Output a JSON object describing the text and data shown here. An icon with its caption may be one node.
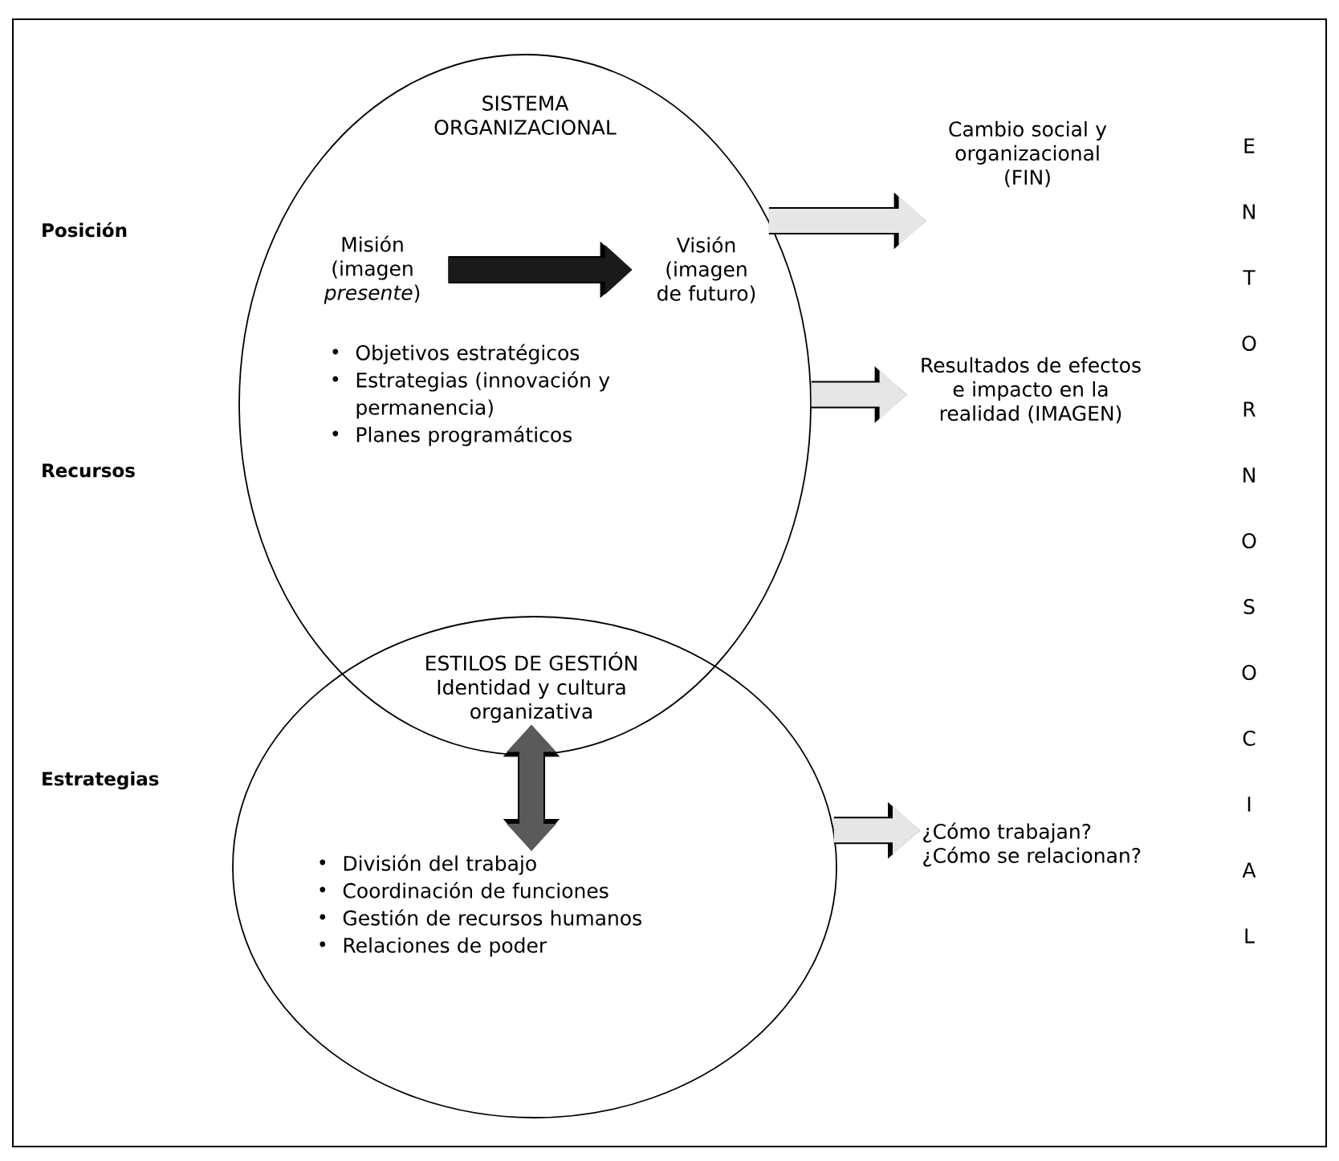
{
  "diagram": {
    "nodes": [
      {
        "text": [
          "SISTEMA ORGANIZACIONAL"
        ]
      },
      {
        "text": [
          "Misión (imagen *presente*)"
        ],
        "in": 0
      },
      {
        "text": [
          "Visión (imagen de futuro)"
        ],
        "in": 0
      },
      {
        "text": [
          "Objetivos estratégicos",
          "Estrategias (innovación y permanencia)",
          "Planes programáticos"
        ],
        "in": 0
      },
      {
        "text": [],
        "shape": "ellipse"
      },
      {
        "text": [
          "ESTILOS DE GESTIÓN",
          "Identidad y cultura organizativa"
        ]
      },
      {
        "text": [
          "División del trabajo",
          "Coordinación de funciones",
          "Gestión de recursos humanos",
          "Relaciones de poder"
        ],
        "in": 4
      },
      {
        "text": [
          "Cambio social y organizacional (FIN)"
        ]
      },
      {
        "text": [
          "Resultados de efectos e impacto en la realidad (IMAGEN)"
        ]
      },
      {
        "text": [
          "¿Cómo trabajan?",
          "¿Cómo se relacionan?"
        ]
      }
    ],
    "edges": [
      {
        "from": 1,
        "to": 2,
        "arrow": "to",
        "color": "#1a1a1a"
      },
      {
        "from": 0,
        "to": 7,
        "arrow": "to"
      },
      {
        "from": 0,
        "to": 8,
        "arrow": "to"
      },
      {
        "from": 5,
        "to": 6,
        "arrow": "both",
        "color": "#5a5a5a"
      },
      {
        "from": 4,
        "to": 9,
        "arrow": "to"
      }
    ],
    "labels": [
      "Posición",
      "Recursos",
      "Estrategias",
      "ENTORNO SOCIAL"
    ]
  }
}
